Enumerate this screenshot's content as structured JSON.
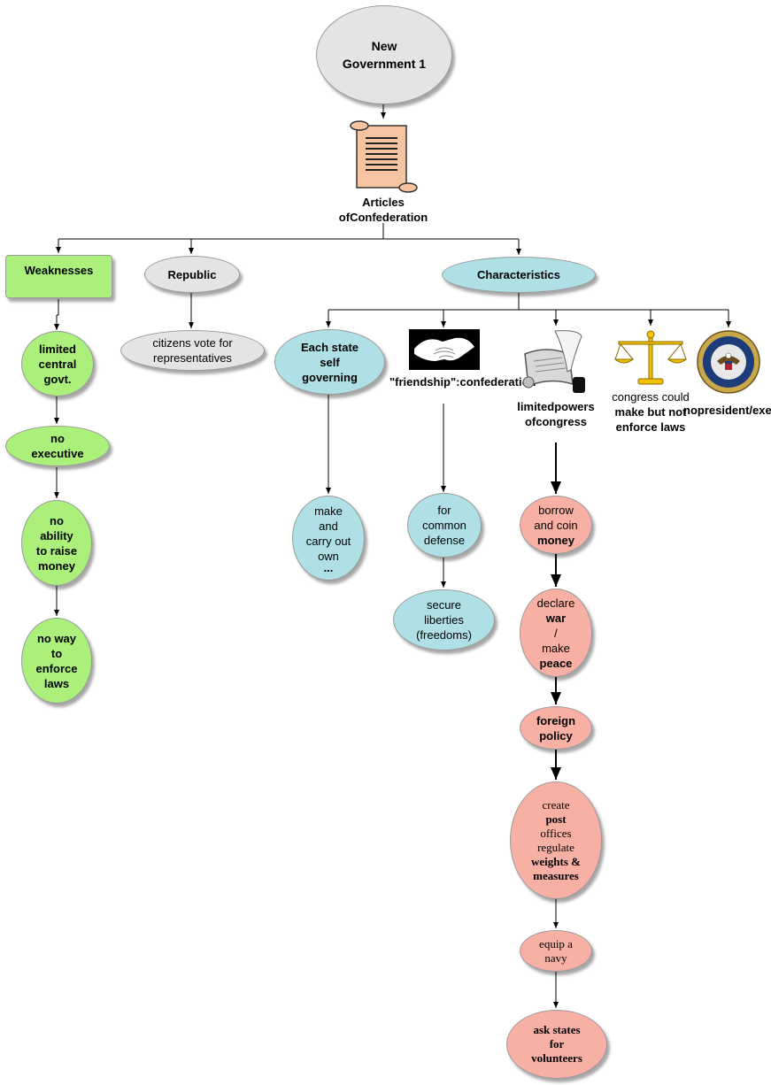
{
  "root": {
    "line1": "New",
    "line2": "Government 1"
  },
  "articles": {
    "line1": "Articles of",
    "line2": "Confederation",
    "icon": "scroll-icon"
  },
  "branches": {
    "weaknesses": "Weaknesses",
    "republic": "Republic",
    "characteristics": "Characteristics"
  },
  "weaknesses": [
    {
      "lines": [
        "limited",
        "central",
        "govt."
      ]
    },
    {
      "lines": [
        "no",
        "executive"
      ]
    },
    {
      "lines": [
        "no",
        "ability",
        "to raise",
        "money"
      ]
    },
    {
      "lines": [
        "no way",
        "to",
        "enforce",
        "laws"
      ]
    }
  ],
  "republic_child": {
    "lines": [
      "citizens vote for",
      "representatives"
    ]
  },
  "characteristics": {
    "self_governing": {
      "lines": [
        "Each state",
        "self",
        "governing"
      ]
    },
    "own": {
      "lines": [
        "make",
        "and",
        "carry out",
        "own",
        "..."
      ]
    },
    "friendship": {
      "line1": "\"friendship\":",
      "line2": "confederation",
      "icon": "handshake-icon"
    },
    "defense": {
      "lines": [
        "for",
        "common",
        "defense"
      ]
    },
    "liberties": {
      "lines": [
        "secure",
        "liberties",
        "(freedoms)"
      ]
    },
    "congress": {
      "lines": [
        "limited",
        "powers of",
        "congress"
      ],
      "icon": "quill-document-icon"
    },
    "make_laws": {
      "l1": "congress",
      "l2a": "could ",
      "l2b": "make",
      "l3": "but not",
      "l4": "enforce",
      "l5": "laws",
      "icon": "scales-icon"
    },
    "president": {
      "line1": "no",
      "line2": "president/",
      "line3": "executive",
      "icon": "presidential-seal-icon"
    }
  },
  "powers": {
    "borrow": {
      "l1": "borrow",
      "l2": "and coin",
      "l3": "money"
    },
    "war": {
      "l1": "declare",
      "l2": "war",
      "l2b": "/",
      "l3": "make",
      "l4": "peace"
    },
    "foreign": {
      "l1": "foreign",
      "l2": "policy"
    },
    "post": {
      "l1a": "create ",
      "l1b": "post",
      "l2": "offices",
      "l3": "regulate",
      "l4": "weights &",
      "l5": "measures"
    },
    "navy": {
      "l1": "equip a",
      "l2": "navy"
    },
    "volunteers": {
      "l1": "ask states",
      "l2": "for",
      "l3": "volunteers"
    }
  },
  "colors": {
    "gray": "#e4e4e4",
    "blue": "#aee0e6",
    "green": "#aaf07a",
    "pink": "#f9b0a4"
  }
}
